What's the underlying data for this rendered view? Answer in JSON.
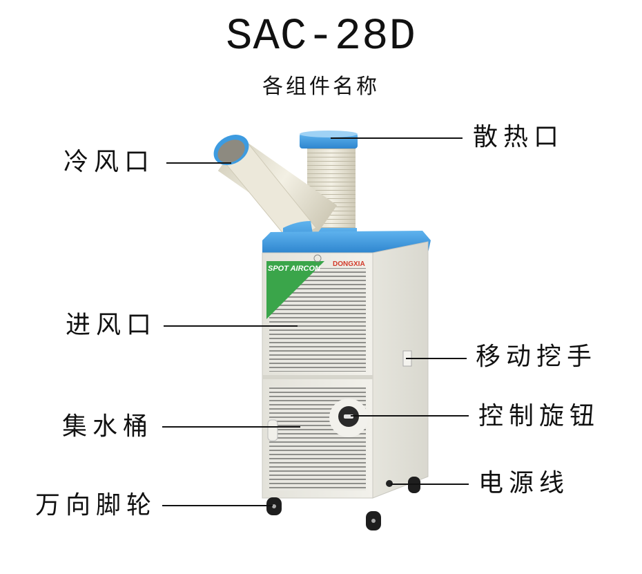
{
  "title": "SAC-28D",
  "subtitle": "各组件名称",
  "product": {
    "brand_badge": "DONGXIA",
    "sticker_text": "SPOT AIRCON",
    "colors": {
      "accent_blue": "#3d9be0",
      "body": "#ecebe4",
      "sticker_green": "#3aa54a",
      "brand_red": "#d23a2a"
    }
  },
  "labels": {
    "left": [
      {
        "id": "cold-air-outlet",
        "text": "冷风口"
      },
      {
        "id": "air-inlet",
        "text": "进风口"
      },
      {
        "id": "water-tank",
        "text": "集水桶"
      },
      {
        "id": "caster-wheels",
        "text": "万向脚轮"
      }
    ],
    "right": [
      {
        "id": "heat-exhaust",
        "text": "散热口"
      },
      {
        "id": "carry-handle",
        "text": "移动挖手"
      },
      {
        "id": "control-knob",
        "text": "控制旋钮"
      },
      {
        "id": "power-cord",
        "text": "电源线"
      }
    ]
  }
}
